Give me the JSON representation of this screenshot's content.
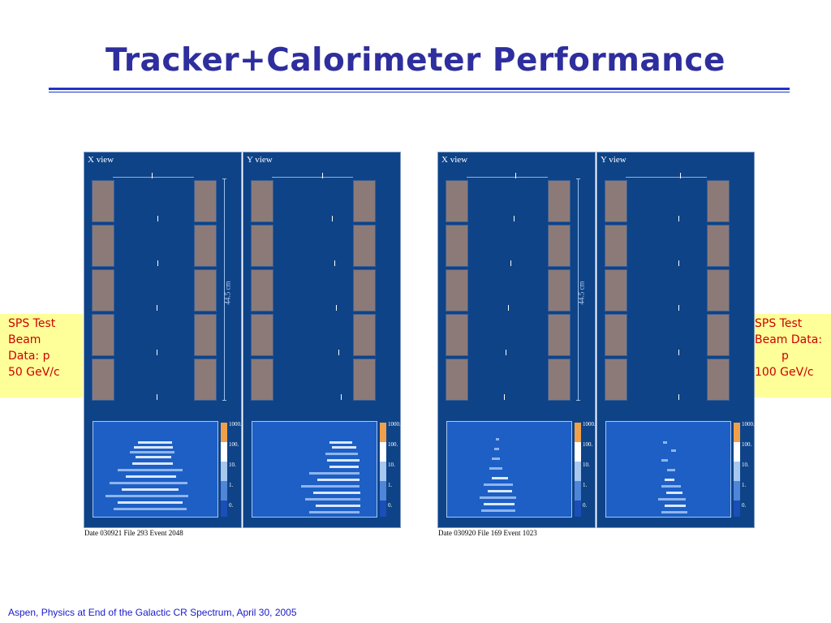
{
  "slide": {
    "title": "Tracker+Calorimeter Performance",
    "footer": "Aspen, Physics at End of the Galactic CR Spectrum, April 30, 2005"
  },
  "notes": {
    "left": [
      "SPS Test",
      "Beam",
      "Data: p",
      "50 GeV/c"
    ],
    "right": [
      "SPS Test",
      "Beam Data:",
      "p",
      "100 GeV/c"
    ]
  },
  "events": [
    {
      "caption": "Date 030921 File 293 Event 2048",
      "views": [
        "X view",
        "Y view"
      ],
      "scale_label": "44.5 cm"
    },
    {
      "caption": "Date 030920 File 169 Event 1023",
      "views": [
        "X view",
        "Y view"
      ],
      "scale_label": "44.5 cm"
    }
  ],
  "colorbar": {
    "labels": [
      "1000.",
      "100.",
      "10.",
      "1.",
      "0."
    ],
    "colors": [
      "#f0a04b",
      "#ffffff",
      "#a8c8f0",
      "#4f86d8",
      "#1a4fb8"
    ]
  },
  "colors": {
    "title": "#2e2e9e",
    "note_bg": "#ffff99",
    "note_text": "#cc0000",
    "panel_bg": "#0e4388",
    "footer": "#1a1acc"
  }
}
